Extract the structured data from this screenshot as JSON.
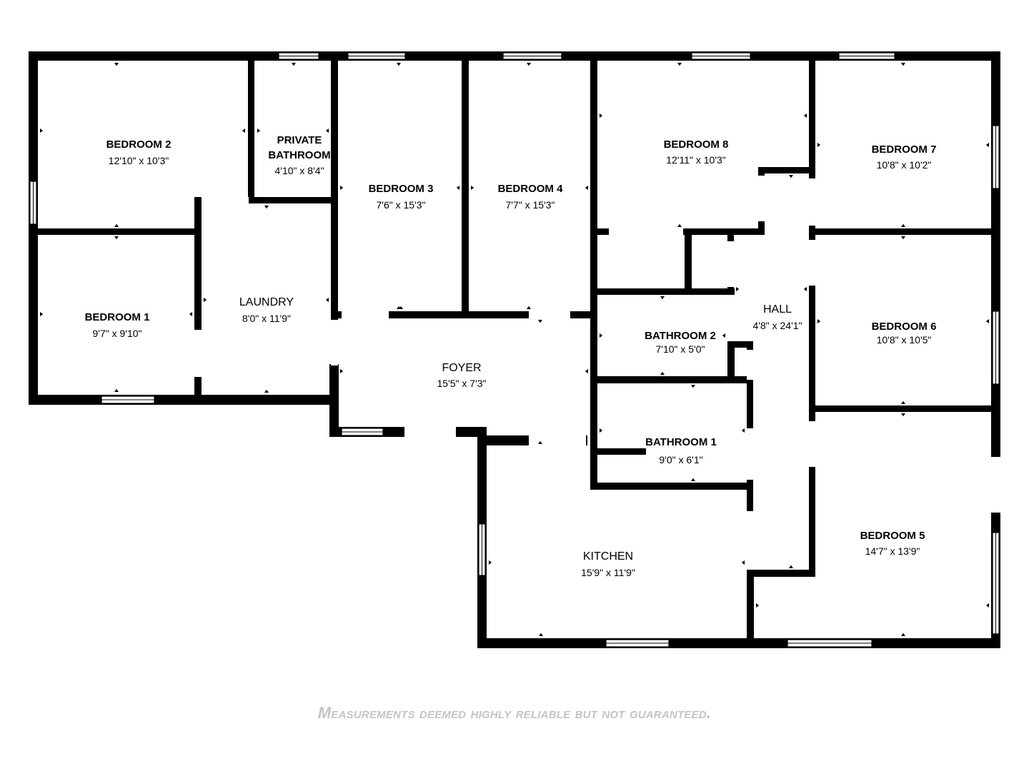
{
  "colors": {
    "wall": "#000000",
    "background": "#ffffff",
    "disclaimer": "#c4c4c4"
  },
  "rooms": {
    "bedroom2": {
      "name": "BEDROOM 2",
      "dims": "12'10\" x 10'3\""
    },
    "private_bath": {
      "name_line1": "PRIVATE",
      "name_line2": "BATHROOM",
      "dims": "4'10\" x 8'4\""
    },
    "bedroom3": {
      "name": "BEDROOM 3",
      "dims": "7'6\" x 15'3\""
    },
    "bedroom4": {
      "name": "BEDROOM 4",
      "dims": "7'7\" x 15'3\""
    },
    "bedroom8": {
      "name": "BEDROOM 8",
      "dims": "12'11\" x 10'3\""
    },
    "bedroom7": {
      "name": "BEDROOM 7",
      "dims": "10'8\" x 10'2\""
    },
    "bedroom1": {
      "name": "BEDROOM 1",
      "dims": "9'7\" x 9'10\""
    },
    "laundry": {
      "name": "LAUNDRY",
      "dims": "8'0\" x 11'9\""
    },
    "foyer": {
      "name": "FOYER",
      "dims": "15'5\" x 7'3\""
    },
    "hall": {
      "name": "HALL",
      "dims": "4'8\" x 24'1\""
    },
    "bedroom6": {
      "name": "BEDROOM 6",
      "dims": "10'8\" x 10'5\""
    },
    "bathroom2": {
      "name": "BATHROOM 2",
      "dims": "7'10\" x 5'0\""
    },
    "bathroom1": {
      "name": "BATHROOM 1",
      "dims": "9'0\" x 6'1\""
    },
    "kitchen": {
      "name": "KITCHEN",
      "dims": "15'9\" x 11'9\""
    },
    "bedroom5": {
      "name": "BEDROOM 5",
      "dims": "14'7\" x 13'9\""
    }
  },
  "disclaimer": "Measurements deemed highly reliable but not guaranteed."
}
